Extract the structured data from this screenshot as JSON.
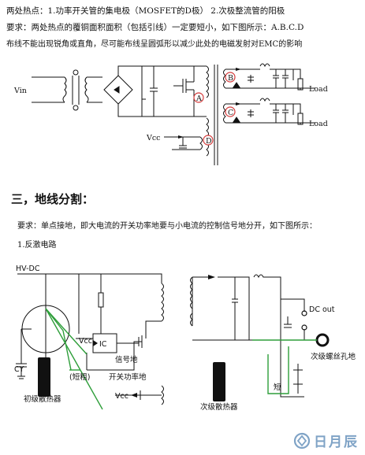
{
  "top": {
    "line1": "两处热点：1.功率开关管的集电极（MOSFET的D极） 2.次极整流管的阳极",
    "line2": "要求：两处热点的覆铜面积面积（包括引线）一定要短小，如下图所示：A.B.C.D",
    "line3": "布线不能出现锐角或直角，尽可能布线呈圆弧形以减少此处的电磁发射对EMC的影响"
  },
  "circuit1": {
    "vin": "Vin",
    "vcc": "Vcc",
    "load1": "Load",
    "load2": "Load",
    "markA": "A",
    "markB": "B",
    "markC": "C",
    "markD": "D"
  },
  "section": {
    "heading": "三，地线分割：",
    "req": "要求：单点接地，即大电流的开关功率地要与小电流的控制信号地分开，如下图所示：",
    "sub": "1.反激电路"
  },
  "circuit2": {
    "hvdc": "HV-DC",
    "cy": "CY",
    "vcc1": "Vcc",
    "ic": "IC",
    "signal_gnd": "信号地",
    "short_thick": "(短粗)",
    "switch_gnd": "开关功率地",
    "vcc2": "Vcc",
    "primary_heatsink": "初级散热器",
    "dc_out": "DC out",
    "secondary_screw": "次级螺丝孔地",
    "short": "短",
    "secondary_heatsink": "次级散热器"
  },
  "watermark": {
    "text": "日月辰",
    "logo": "logo-icon"
  },
  "colors": {
    "circle_mark": "#d43a3a",
    "green_trace": "#2e9e3a",
    "watermark": "#7fa3c6"
  }
}
